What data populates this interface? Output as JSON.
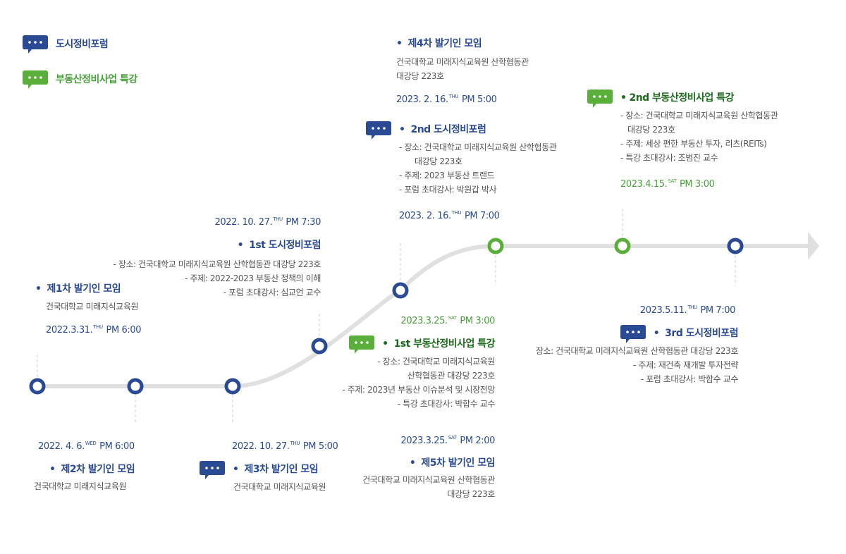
{
  "colors": {
    "blue": "#2a4a93",
    "green": "#5aae3a",
    "dark_green": "#1c6a1c",
    "timeline": "#e0e0e0",
    "guide": "#cfcfcf"
  },
  "legend": [
    {
      "label": "도시정비포럼",
      "icon": "speech-bubble-icon",
      "color": "blue"
    },
    {
      "label": "부동산정비사업 특강",
      "icon": "speech-bubble-icon",
      "color": "green"
    }
  ],
  "events": [
    {
      "id": "meet1",
      "title": "제1차 발기인 모임",
      "lines": [
        "건국대학교 미래지식교육원"
      ],
      "date": "2022.3.31.",
      "weekday": "THU",
      "time": "PM 6:00"
    },
    {
      "id": "meet2",
      "title": "제2차 발기인 모임",
      "lines": [
        "건국대학교 미래지식교육원"
      ],
      "date": "2022. 4. 6.",
      "weekday": "WED",
      "time": "PM 6:00"
    },
    {
      "id": "forum1",
      "title": "1st 도시정비포럼",
      "lines": [
        "- 장소: 건국대학교 미래지식교육원 산학협동관 대강당 223호",
        "- 주제: 2022-2023 부동산 정책의 이해",
        "- 포럼 초대강사: 심교언 교수"
      ],
      "date": "2022. 10. 27.",
      "weekday": "THU",
      "time": "PM 7:30"
    },
    {
      "id": "meet3",
      "title": "제3차 발기인 모임",
      "lines": [
        "건국대학교 미래지식교육원"
      ],
      "date": "2022. 10. 27.",
      "weekday": "THU",
      "time": "PM 5:00"
    },
    {
      "id": "meet4",
      "title": "제4차 발기인 모임",
      "lines": [
        "건국대학교 미래지식교육원 산학협동관",
        "대강당 223호"
      ],
      "date": "2023. 2. 16.",
      "weekday": "THU",
      "time": "PM 5:00"
    },
    {
      "id": "forum2",
      "title": "2nd 도시정비포럼",
      "lines": [
        "- 장소: 건국대학교 미래지식교육원 산학협동관",
        "대강당 223호",
        "- 주제: 2023 부동산 트랜드",
        "- 포럼 초대강사: 박원갑 박사"
      ],
      "date": "2023. 2. 16.",
      "weekday": "THU",
      "time": "PM 7:00"
    },
    {
      "id": "lecture1",
      "title": "1st 부동산정비사업 특강",
      "lines": [
        "- 장소: 건국대학교 미래지식교육원",
        "산학협동관 대강당 223호",
        "- 주제: 2023년 부동산 이슈분석 및 시장전망",
        "- 특강 초대강사: 박합수 교수"
      ],
      "date": "2023.3.25.",
      "weekday": "SAT",
      "time": "PM 3:00"
    },
    {
      "id": "meet5",
      "title": "제5차 발기인 모임",
      "lines": [
        "건국대학교 미래지식교육원 산학협동관",
        "대강당 223호"
      ],
      "date": "2023.3.25.",
      "weekday": "SAT",
      "time": "PM 2:00"
    },
    {
      "id": "lecture2",
      "title": "2nd 부동산정비사업 특강",
      "lines": [
        "- 장소: 건국대학교 미래지식교육원 산학협동관",
        "대강당 223호",
        "- 주제: 세상 편한 부동산 투자, 리츠(REITs)",
        "- 특강 초대강사: 조범진 교수"
      ],
      "date": "2023.4.15.",
      "weekday": "SAT",
      "time": "PM 3:00"
    },
    {
      "id": "forum3",
      "title": "3rd 도시정비포럼",
      "lines": [
        "장소: 건국대학교 미래지식교육원 산학협동관 대강당 223호",
        "- 주제: 재건축 재개발 투자전략",
        "- 포럼 초대강사: 박합수 교수"
      ],
      "date": "2023.5.11.",
      "weekday": "THU",
      "time": "PM 7:00"
    }
  ],
  "timeline_nodes": [
    {
      "label": "",
      "color": "blue"
    },
    {
      "label": "",
      "color": "blue"
    },
    {
      "label": "",
      "color": "blue"
    },
    {
      "label": "",
      "color": "blue"
    },
    {
      "label": "",
      "color": "blue"
    },
    {
      "label": "",
      "color": "green"
    },
    {
      "label": "",
      "color": "green"
    },
    {
      "label": "",
      "color": "blue"
    }
  ]
}
